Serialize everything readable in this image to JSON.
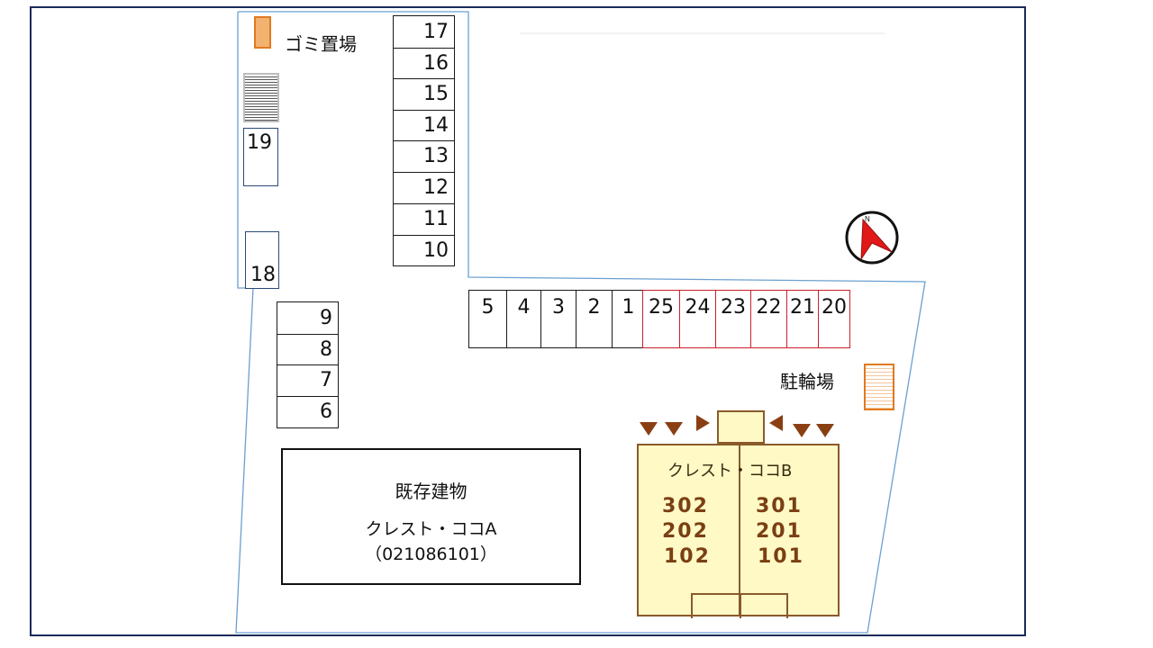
{
  "labels": {
    "garbage": "ゴミ置場",
    "bicycle": "駐輪場",
    "existing_line1": "既存建物",
    "existing_line2": "クレスト・ココA",
    "existing_line3": "（021086101）",
    "building_b_name": "クレスト・ココB",
    "compass_letter": "N"
  },
  "stalls_column_top": [
    "17",
    "16",
    "15",
    "14",
    "13",
    "12",
    "11",
    "10"
  ],
  "stalls_column_left": [
    "9",
    "8",
    "7",
    "6"
  ],
  "stalls_row_black": [
    "5",
    "4",
    "3",
    "2",
    "1"
  ],
  "stalls_row_red": [
    "25",
    "24",
    "23",
    "22",
    "21",
    "20"
  ],
  "stall_19": "19",
  "stall_18": "18",
  "rooms": {
    "left": [
      "302",
      "202",
      "102"
    ],
    "right": [
      "301",
      "201",
      "101"
    ]
  },
  "colors": {
    "frame": "#1c2a5a",
    "lot_outline": "#6aa0d0",
    "stall_highlight": "#c8202a",
    "building_b_fill": "#fff9c6",
    "building_b_text": "#7a3f12",
    "orange_marker": "#e07a20",
    "compass_red": "#e01818"
  }
}
